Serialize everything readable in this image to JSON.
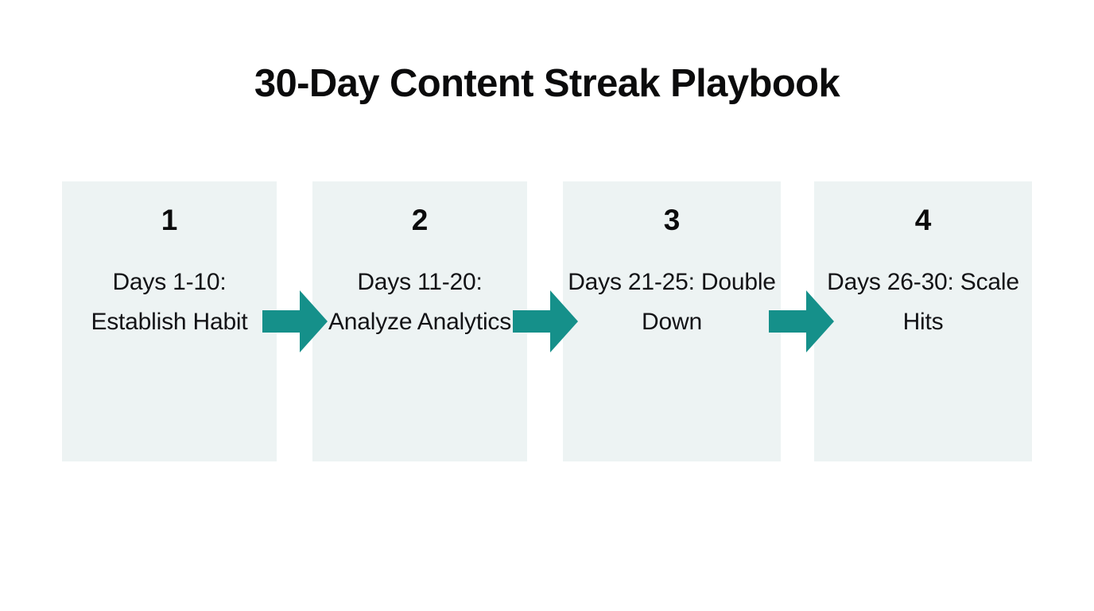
{
  "slide": {
    "title": "30-Day Content Streak Playbook",
    "background_color": "#ffffff",
    "card_background_color": "#edf3f3",
    "accent_color": "#15908a",
    "text_color": "#0b0b0c"
  },
  "steps": [
    {
      "number": "1",
      "label": "Days 1-10: Establish Habit"
    },
    {
      "number": "2",
      "label": "Days 11-20: Analyze Analytics"
    },
    {
      "number": "3",
      "label": "Days 21-25: Double Down"
    },
    {
      "number": "4",
      "label": "Days 26-30: Scale Hits"
    }
  ],
  "connectors": [
    {
      "icon": "arrow-right-icon",
      "from": "1",
      "to": "2"
    },
    {
      "icon": "arrow-right-icon",
      "from": "2",
      "to": "3"
    },
    {
      "icon": "arrow-right-icon",
      "from": "3",
      "to": "4"
    }
  ]
}
